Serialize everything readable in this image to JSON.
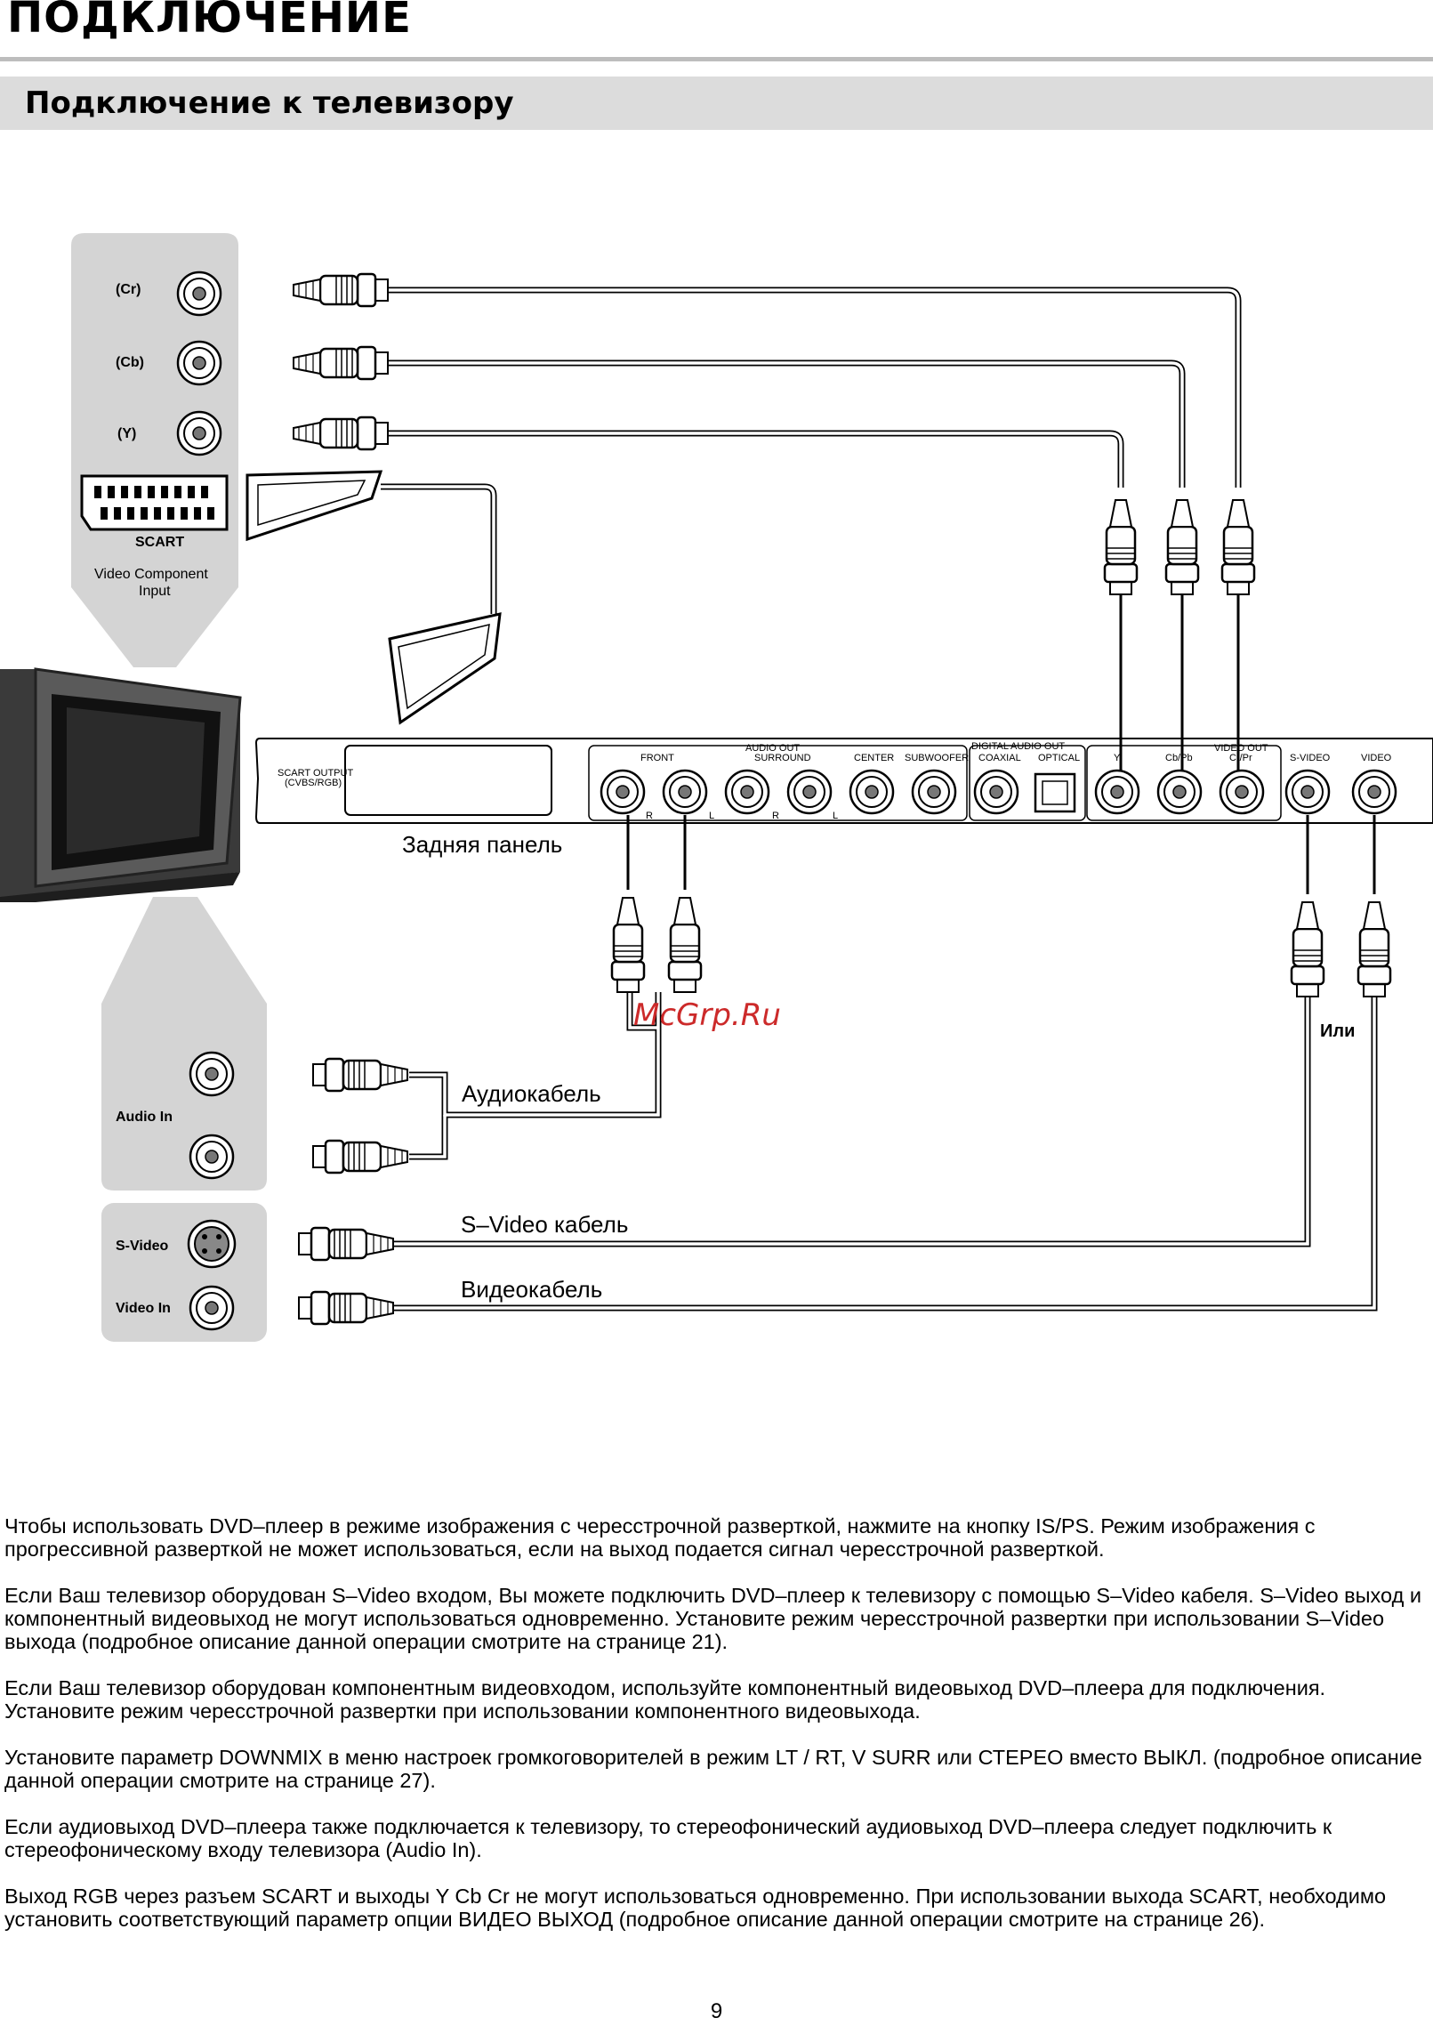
{
  "header": {
    "section_title": "ПОДКЛЮЧЕНИЕ",
    "subsection_title": "Подключение к телевизору"
  },
  "diagram": {
    "tv_panel_labels": {
      "cr": "(Cr)",
      "cb": "(Cb)",
      "y": "(Y)",
      "scart": "SCART",
      "component_line1": "Video Component",
      "component_line2": "Input",
      "audio_in": "Audio In",
      "s_video": "S-Video",
      "video_in": "Video In"
    },
    "rear_panel": {
      "caption": "Задняя панель",
      "scart_output_line1": "SCART OUTPUT",
      "scart_output_line2": "(CVBS/RGB)",
      "audio_out": "AUDIO OUT",
      "front": "FRONT",
      "surround": "SURROUND",
      "center": "CENTER",
      "subwoofer": "SUBWOOFER",
      "digital_audio_out": "DIGITAL AUDIO OUT",
      "coaxial": "COAXIAL",
      "optical": "OPTICAL",
      "video_out": "VIDEO OUT",
      "y": "Y",
      "cb_pb": "Cb/Pb",
      "cr_pr": "Cr/Pr",
      "s_video": "S-VIDEO",
      "video": "VIDEO",
      "r": "R",
      "l": "L"
    },
    "cable_labels": {
      "audio": "Аудиокабель",
      "s_video": "S–Video кабель",
      "video": "Видеокабель",
      "or": "Или"
    },
    "watermark": "McGrp.Ru"
  },
  "paragraphs": [
    "Чтобы использовать DVD–плеер в режиме изображения с чересстрочной разверткой, нажмите на кнопку IS/PS. Режим изображения с прогрессивной разверткой не может использоваться, если на выход подается сигнал чересстрочной разверткой.",
    "Если Ваш телевизор оборудован S–Video входом, Вы можете подключить DVD–плеер к телевизору с помощью S–Video кабеля. S–Video выход и компонентный видеовыход не могут использоваться одновременно. Установите режим чересстрочной развертки при использовании S–Video выхода (подробное описание данной операции смотрите на странице 21).",
    "Если Ваш телевизор оборудован компонентным видеовходом, используйте компонентный видеовыход DVD–плеера для подключения. Установите режим чересстрочной развертки при использовании компонентного видеовыхода.",
    "Установите параметр DOWNMIX в меню настроек громкоговорителей в режим LT / RT, V SURR или СТЕРЕО вместо ВЫКЛ. (подробное описание данной операции смотрите на странице 27).",
    "Если аудиовыход DVD–плеера также подключается к телевизору, то стереофонический аудиовыход DVD–плеера следует подключить к стереофоническому входу телевизора (Audio In).",
    "Выход RGB через разъем SCART и выходы Y Cb Cr не могут использоваться одновременно. При использовании выхода SCART, необходимо установить соответствующий параметр опции ВИДЕО ВЫХОД (подробное описание данной операции смотрите на странице 26)."
  ],
  "page_number": "9"
}
